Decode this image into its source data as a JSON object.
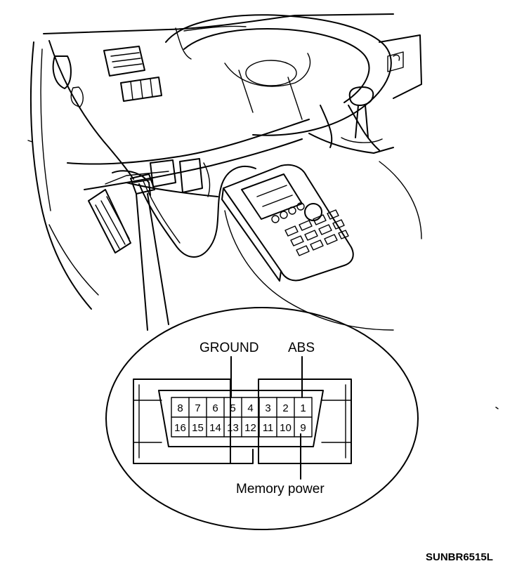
{
  "callouts": {
    "ground": "GROUND",
    "abs": "ABS",
    "memory_power": "Memory power"
  },
  "connector": {
    "top_row": [
      "8",
      "7",
      "6",
      "5",
      "4",
      "3",
      "2",
      "1"
    ],
    "bottom_row": [
      "16",
      "15",
      "14",
      "13",
      "12",
      "11",
      "10",
      "9"
    ]
  },
  "figure_code": "SUNBR6515L",
  "colors": {
    "ink": "#000000",
    "paper": "#ffffff"
  }
}
